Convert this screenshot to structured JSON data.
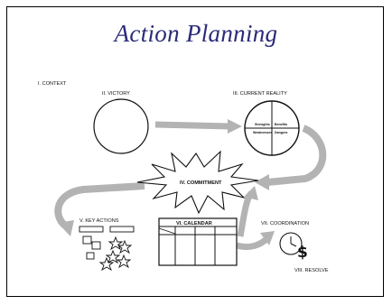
{
  "title": "Action Planning",
  "labels": {
    "context": "I. CONTEXT",
    "victory": "II. VICTORY",
    "current_reality": "III. CURRENT REALITY",
    "commitment": "IV. COMMITMENT",
    "key_actions": "V. KEY ACTIONS",
    "calendar": "VI. CALENDAR",
    "coordination": "VII. COORDINATION",
    "resolve": "VIII. RESOLVE"
  },
  "quadrants": {
    "strengths": "Strengths",
    "benefits": "Benefits",
    "weaknesses": "Weaknesses",
    "dangers": "Dangers"
  },
  "colors": {
    "title": "#2a2a78",
    "arrow": "#b3b3b3",
    "ink": "#111111"
  }
}
